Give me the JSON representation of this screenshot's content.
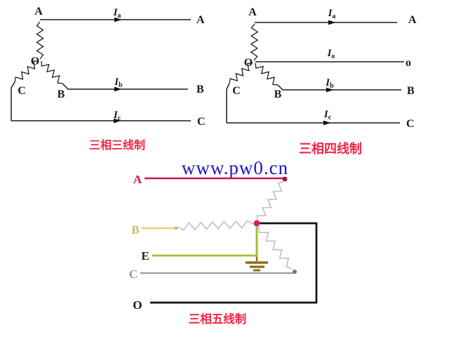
{
  "watermark": {
    "text": "www.pw0.cn"
  },
  "colors": {
    "caption_red": "#f22545",
    "watermark_blue": "#1a16c8",
    "top_wire_black": "#1c1c1c",
    "phase_a_red": "#c81742",
    "phase_a_dot": "#a8122e",
    "node_pink": "#de1677",
    "phase_b_label_yellow": "#d2b85c",
    "phase_b_line_yellow": "#e2cc86",
    "earth_green": "#9cc32c",
    "earth_label_dark": "#2b2310",
    "ground_brown": "#8f6c15",
    "c_line_gray": "#8e99a8",
    "c_dot_blue": "#6273ae",
    "o_wire_black": "#141414",
    "resistor_gray": "#c2c2c2"
  },
  "three_wire": {
    "caption": "三相三线制",
    "terminals": {
      "a_left": "A",
      "o_center": "O",
      "b_center": "B",
      "c_left": "C",
      "a_right": "A",
      "b_right": "B",
      "c_right": "C"
    },
    "currents": {
      "ia": {
        "sym": "I",
        "sub": "a"
      },
      "ib": {
        "sym": "I",
        "sub": "b"
      },
      "ic": {
        "sym": "I",
        "sub": "c"
      }
    }
  },
  "four_wire": {
    "caption": "三相四线制",
    "terminals": {
      "a_left": "A",
      "o_center": "O",
      "b_center": "B",
      "c_left": "C",
      "a_right": "A",
      "o_right": "o",
      "b_right": "B",
      "c_right": "C"
    },
    "currents": {
      "ia": {
        "sym": "I",
        "sub": "a"
      },
      "io": {
        "sym": "I",
        "sub": "o"
      },
      "ib": {
        "sym": "I",
        "sub": "b"
      },
      "ic": {
        "sym": "I",
        "sub": "c"
      }
    }
  },
  "five_wire": {
    "caption": "三相五线制",
    "terminals": {
      "a": "A",
      "b": "B",
      "e": "E",
      "c": "C",
      "o": "O"
    }
  }
}
